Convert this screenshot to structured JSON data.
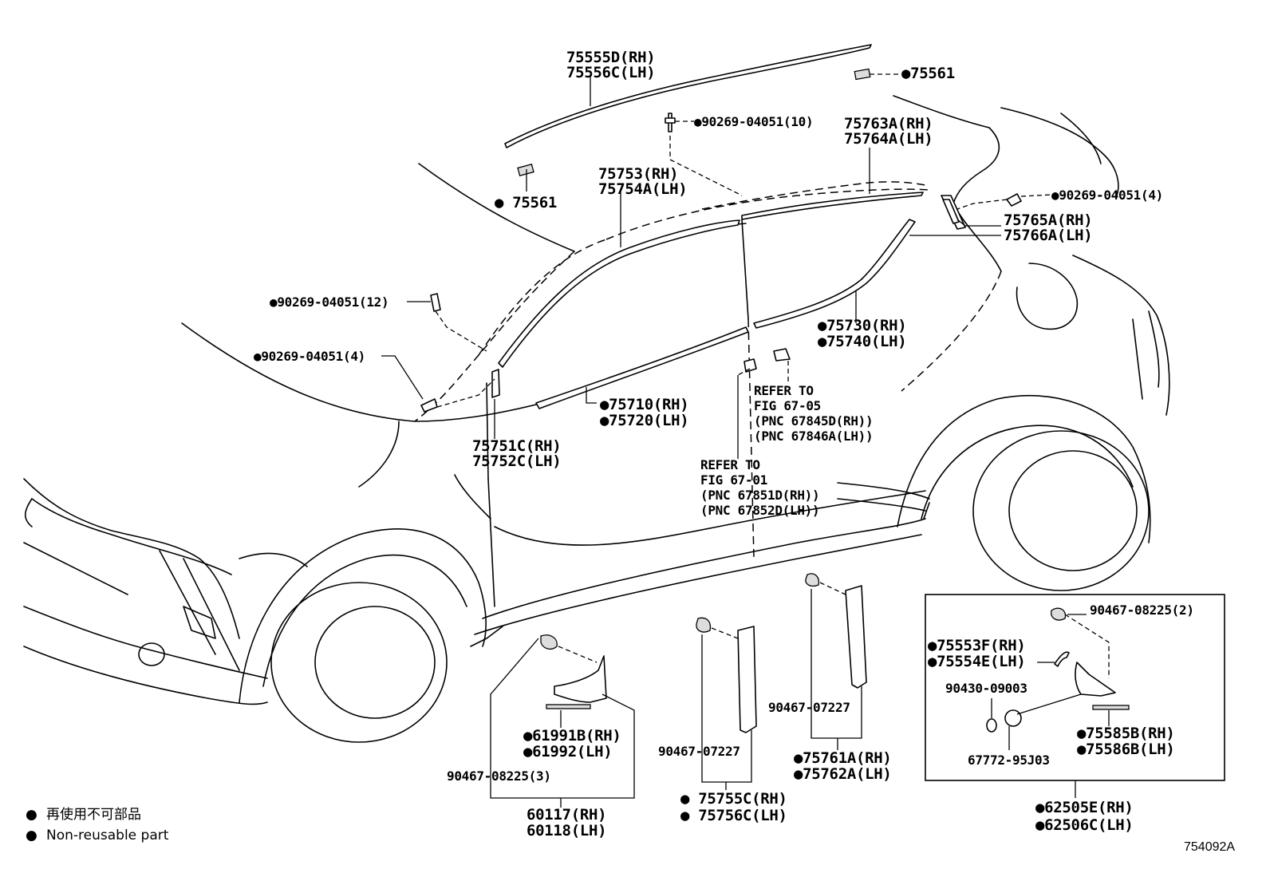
{
  "diagram_id": "754092A",
  "legend": {
    "bullet": "●",
    "jp_text": "再使用不可部品",
    "en_text": "Non-reusable part"
  },
  "labels": {
    "roof_rail_rh": "75555D(RH)",
    "roof_rail_lh": "75556C(LH)",
    "clip_rear_roof": "●75561",
    "clip_front_roof": "● 75561",
    "fastener_10": "●90269-04051(10)",
    "front_belt_rh": "75763A(RH)",
    "front_belt_lh": "75764A(LH)",
    "front_upper_rh": "75753(RH)",
    "front_upper_lh": "75754A(LH)",
    "fastener_4_rear": "●90269-04051(4)",
    "rear_corner_rh": "75765A(RH)",
    "rear_corner_lh": "75766A(LH)",
    "fastener_12": "●90269-04051(12)",
    "fastener_4_front": "●90269-04051(4)",
    "rear_door_belt_rh": "●75730(RH)",
    "rear_door_belt_lh": "●75740(LH)",
    "front_door_belt_rh": "●75710(RH)",
    "front_door_belt_lh": "●75720(LH)",
    "refer_rear_1": "REFER TO",
    "refer_rear_2": "FIG 67-05",
    "refer_rear_3": "(PNC 67845D(RH))",
    "refer_rear_4": "(PNC 67846A(LH))",
    "pillar_front_rh": "75751C(RH)",
    "pillar_front_lh": "75752C(LH)",
    "refer_front_1": "REFER TO",
    "refer_front_2": "FIG 67-01",
    "refer_front_3": "(PNC 67851D(RH))",
    "refer_front_4": "(PNC 67852D(LH))",
    "box_clip": "90467-08225(2)",
    "box_ornament_rh": "●75553F(RH)",
    "box_ornament_lh": "●75554E(LH)",
    "box_clip_2": "90430-09003",
    "box_plug": "67772-95J03",
    "box_emblem_rh": "●75585B(RH)",
    "box_emblem_lh": "●75586B(LH)",
    "box_assy_rh": "●62505E(RH)",
    "box_assy_lh": "●62506C(LH)",
    "mud_guard_rh": "●61991B(RH)",
    "mud_guard_lh": "●61992(LH)",
    "clip_3": "90467-08225(3)",
    "flare_rh": "60117(RH)",
    "flare_lh": "60118(LH)",
    "clip_bpillar": "90467-07227",
    "bpillar_rh": "● 75755C(RH)",
    "bpillar_lh": "● 75756C(LH)",
    "clip_cpillar": "90467-07227",
    "cpillar_rh": "●75761A(RH)",
    "cpillar_lh": "●75762A(LH)"
  }
}
